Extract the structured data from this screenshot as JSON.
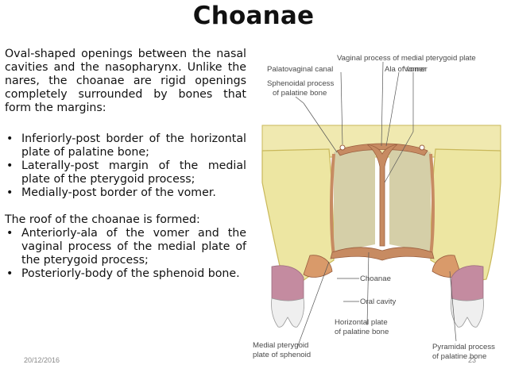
{
  "slide": {
    "title": "Choanae",
    "intro": "Oval-shaped openings between the nasal cavities and the nasopharynx. Unlike the nares, the choanae are rigid openings completely surrounded by bones that form the margins:",
    "margins": [
      "Inferiorly-post border of the horizontal plate of palatine bone;",
      "Laterally-post margin of the medial plate of the pterygoid process;",
      "Medially-post border of the vomer."
    ],
    "roof_heading": "The roof of the choanae is formed:",
    "roof_items": [
      "Anteriorly-ala of the vomer and the vaginal process of the medial plate of the pterygoid process;",
      "Posteriorly-body of the sphenoid bone."
    ],
    "bullet_glyph": "•",
    "date": "20/12/2016",
    "page_number": "23"
  },
  "figure": {
    "labels": {
      "vaginal_process": "Vaginal process of medial pterygoid plate",
      "palatovaginal_canal": "Palatovaginal canal",
      "ala_of_vomer": "Ala of vomer",
      "sphenoidal_process_1": "Sphenoidal process",
      "sphenoidal_process_2": "of palatine bone",
      "vomer": "Vomer",
      "choanae": "Choanae",
      "oral_cavity": "Oral cavity",
      "horizontal_plate_1": "Horizontal plate",
      "horizontal_plate_2": "of palatine bone",
      "medial_pterygoid_1": "Medial pterygoid",
      "medial_pterygoid_2": "plate of sphenoid",
      "pyramidal_process_1": "Pyramidal process",
      "pyramidal_process_2": "of palatine bone"
    },
    "colors": {
      "bone": "#ede6a2",
      "bone_edge": "#c9b85a",
      "cavity": "#d5cfa8",
      "sphenoid": "#c78b62",
      "gum": "#c48ba0",
      "tooth": "#efefef",
      "leader": "#555555"
    }
  }
}
